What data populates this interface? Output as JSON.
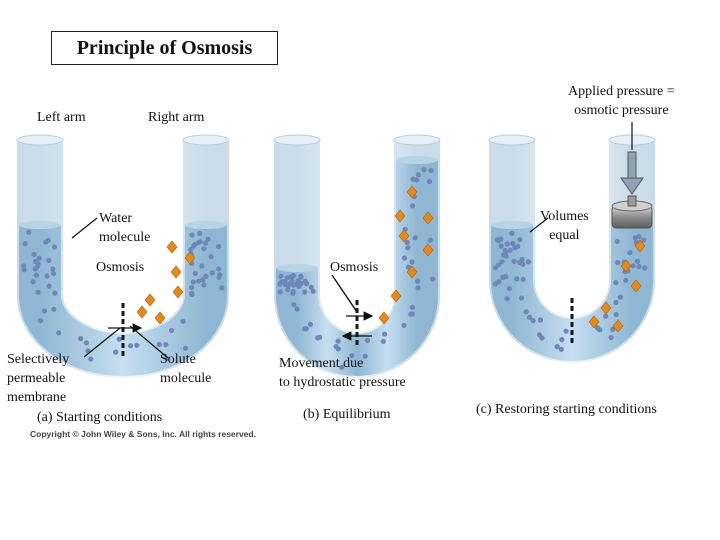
{
  "title": "Principle of Osmosis",
  "labels": {
    "left_arm": "Left arm",
    "right_arm": "Right arm",
    "water_molecule": "Water\nmolecule",
    "osmosis_a": "Osmosis",
    "selectively_permeable_membrane": "Selectively\npermeable\nmembrane",
    "solute_molecule": "Solute\nmolecule",
    "caption_a": "(a) Starting conditions",
    "osmosis_b": "Osmosis",
    "movement_due": "Movement due\nto hydrostatic pressure",
    "caption_b": "(b) Equilibrium",
    "applied_pressure": "Applied pressure =\nosmotic pressure",
    "volumes_equal": "Volumes\nequal",
    "caption_c": "(c) Restoring starting conditions"
  },
  "copyright": "Copyright © John Wiley & Sons, Inc. All rights reserved.",
  "colors": {
    "tube_glass": "#d7e6ef",
    "solution": "#9fc4dc",
    "water_molecule": "#6f87b8",
    "solute_molecule": "#e38a1e",
    "membrane": "#1a1a1a",
    "weight": "#8a8a8a"
  },
  "icons": [
    "down-arrow-icon",
    "weight-piston-icon"
  ]
}
